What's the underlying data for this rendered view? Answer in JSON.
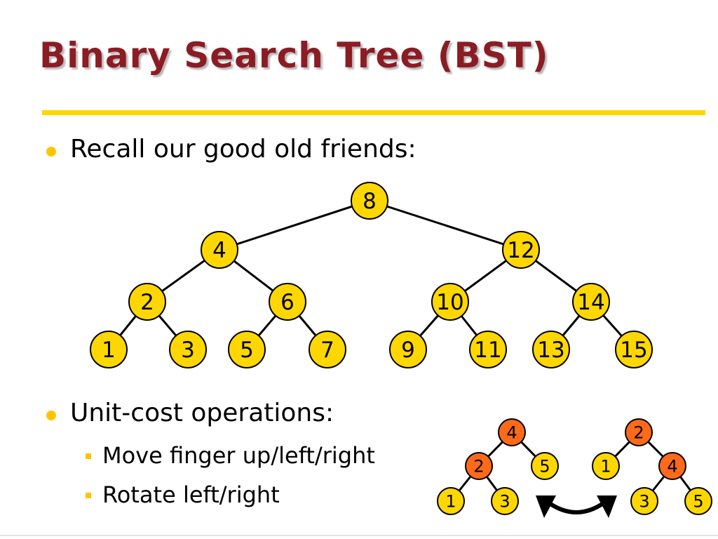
{
  "slide": {
    "title": "Binary Search Tree (BST)",
    "bullet1": "Recall our good old friends:",
    "bullet2": "Unit-cost operations:",
    "sub1": "Move finger up/left/right",
    "sub2": "Rotate left/right"
  },
  "colors": {
    "title": "#8b1c24",
    "rule": "#ffd700",
    "node_fill": "#ffd700",
    "highlight_fill": "#ff6a1a"
  },
  "main_tree": {
    "nodes": [
      {
        "label": "8"
      },
      {
        "label": "4"
      },
      {
        "label": "12"
      },
      {
        "label": "2"
      },
      {
        "label": "6"
      },
      {
        "label": "10"
      },
      {
        "label": "14"
      },
      {
        "label": "1"
      },
      {
        "label": "3"
      },
      {
        "label": "5"
      },
      {
        "label": "7"
      },
      {
        "label": "9"
      },
      {
        "label": "11"
      },
      {
        "label": "13"
      },
      {
        "label": "15"
      }
    ]
  },
  "left_tree": {
    "nodes": [
      {
        "label": "4",
        "highlight": true
      },
      {
        "label": "2",
        "highlight": true
      },
      {
        "label": "5",
        "highlight": false
      },
      {
        "label": "1",
        "highlight": false
      },
      {
        "label": "3",
        "highlight": false
      }
    ]
  },
  "right_tree": {
    "nodes": [
      {
        "label": "2",
        "highlight": true
      },
      {
        "label": "1",
        "highlight": false
      },
      {
        "label": "4",
        "highlight": true
      },
      {
        "label": "3",
        "highlight": false
      },
      {
        "label": "5",
        "highlight": false
      }
    ]
  }
}
